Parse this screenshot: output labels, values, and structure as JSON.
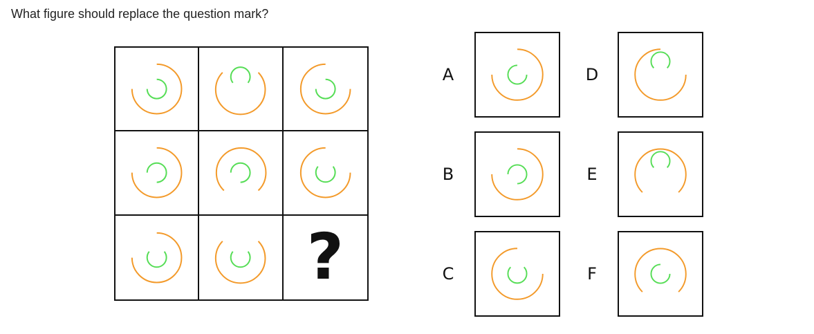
{
  "question": "What figure should replace the question mark?",
  "colors": {
    "outer_ring": "#f39a2a",
    "inner_ring": "#55dd55",
    "border": "#111111"
  },
  "grid": {
    "cells": [
      {
        "type": "figure",
        "name": "grid-cell-r1c1"
      },
      {
        "type": "figure",
        "name": "grid-cell-r1c2"
      },
      {
        "type": "figure",
        "name": "grid-cell-r1c3"
      },
      {
        "type": "figure",
        "name": "grid-cell-r2c1"
      },
      {
        "type": "figure",
        "name": "grid-cell-r2c2"
      },
      {
        "type": "figure",
        "name": "grid-cell-r2c3"
      },
      {
        "type": "figure",
        "name": "grid-cell-r3c1"
      },
      {
        "type": "figure",
        "name": "grid-cell-r3c2"
      },
      {
        "type": "question",
        "name": "grid-cell-r3c3",
        "symbol": "?"
      }
    ]
  },
  "options": [
    {
      "letter": "A"
    },
    {
      "letter": "B"
    },
    {
      "letter": "C"
    },
    {
      "letter": "D"
    },
    {
      "letter": "E"
    },
    {
      "letter": "F"
    }
  ]
}
